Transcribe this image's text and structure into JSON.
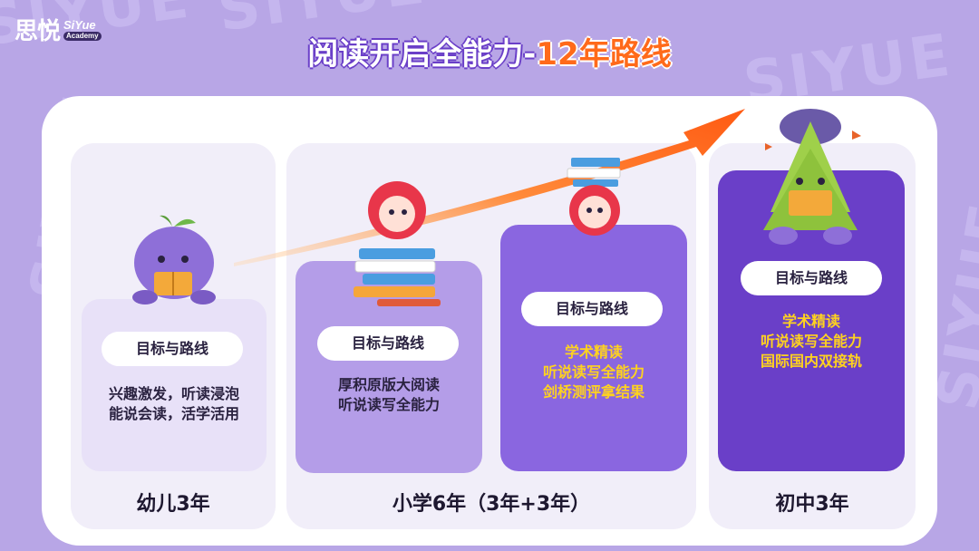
{
  "logo": {
    "cn": "思悦",
    "en_top": "SiYue",
    "en_bottom": "Academy"
  },
  "watermark": "SIYUE",
  "title": {
    "part1": "阅读开启全能力-",
    "part2": "12年路线"
  },
  "colors": {
    "background": "#b8a6e6",
    "accent_orange": "#ff6a1a",
    "title_purple": "#7a4fd6",
    "highlight_yellow": "#ffd21f"
  },
  "stages": [
    {
      "pill": "目标与路线",
      "lines": [
        "兴趣激发，听读浸泡",
        "能说会读，活学活用"
      ],
      "label": "幼儿3年"
    },
    {
      "pill": "目标与路线",
      "lines": [
        "厚积原版大阅读",
        "听说读写全能力"
      ],
      "label": ""
    },
    {
      "pill": "目标与路线",
      "lines": [
        "学术精读",
        "听说读写全能力",
        "剑桥测评拿结果"
      ],
      "label": ""
    },
    {
      "pill": "目标与路线",
      "lines": [
        "学术精读",
        "听说读写全能力",
        "国际国内双接轨"
      ],
      "label": "初中3年"
    }
  ],
  "primary_label": "小学6年（3年+3年）"
}
